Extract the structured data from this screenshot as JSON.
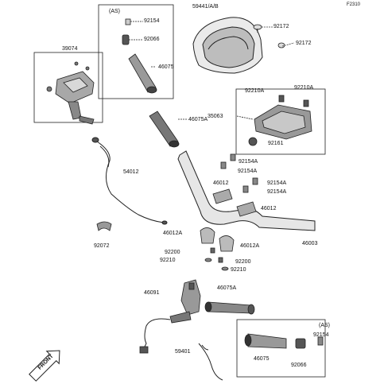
{
  "figure_code": "F2310",
  "as_markers": {
    "top": "(AS)",
    "bottom": "(AS)"
  },
  "front_marker": "FRONT",
  "parts": {
    "p59441": "59441/A/B",
    "p92172a": "92172",
    "p92172b": "92172",
    "p92154_top": "92154",
    "p92066_top": "92066",
    "p46075_top": "46075",
    "p39074": "39074",
    "p46075A_top": "46075A",
    "p35063": "35063",
    "p92210A_left": "92210A",
    "p92210A_right": "92210A",
    "p92161": "92161",
    "p54012": "54012",
    "p92154A_1": "92154A",
    "p92154A_2": "92154A",
    "p92154A_3": "92154A",
    "p92154A_4": "92154A",
    "p46012_left": "46012",
    "p46012_right": "46012",
    "p92072": "92072",
    "p46012A_left": "46012A",
    "p46012A_right": "46012A",
    "p46003": "46003",
    "p92200_left": "92200",
    "p92200_right": "92200",
    "p92210_left": "92210",
    "p92210_right": "92210",
    "p46091": "46091",
    "p46075A_bot": "46075A",
    "p59401": "59401",
    "p92154_bot": "92154",
    "p46075_bot": "46075",
    "p92066_bot": "92066"
  }
}
